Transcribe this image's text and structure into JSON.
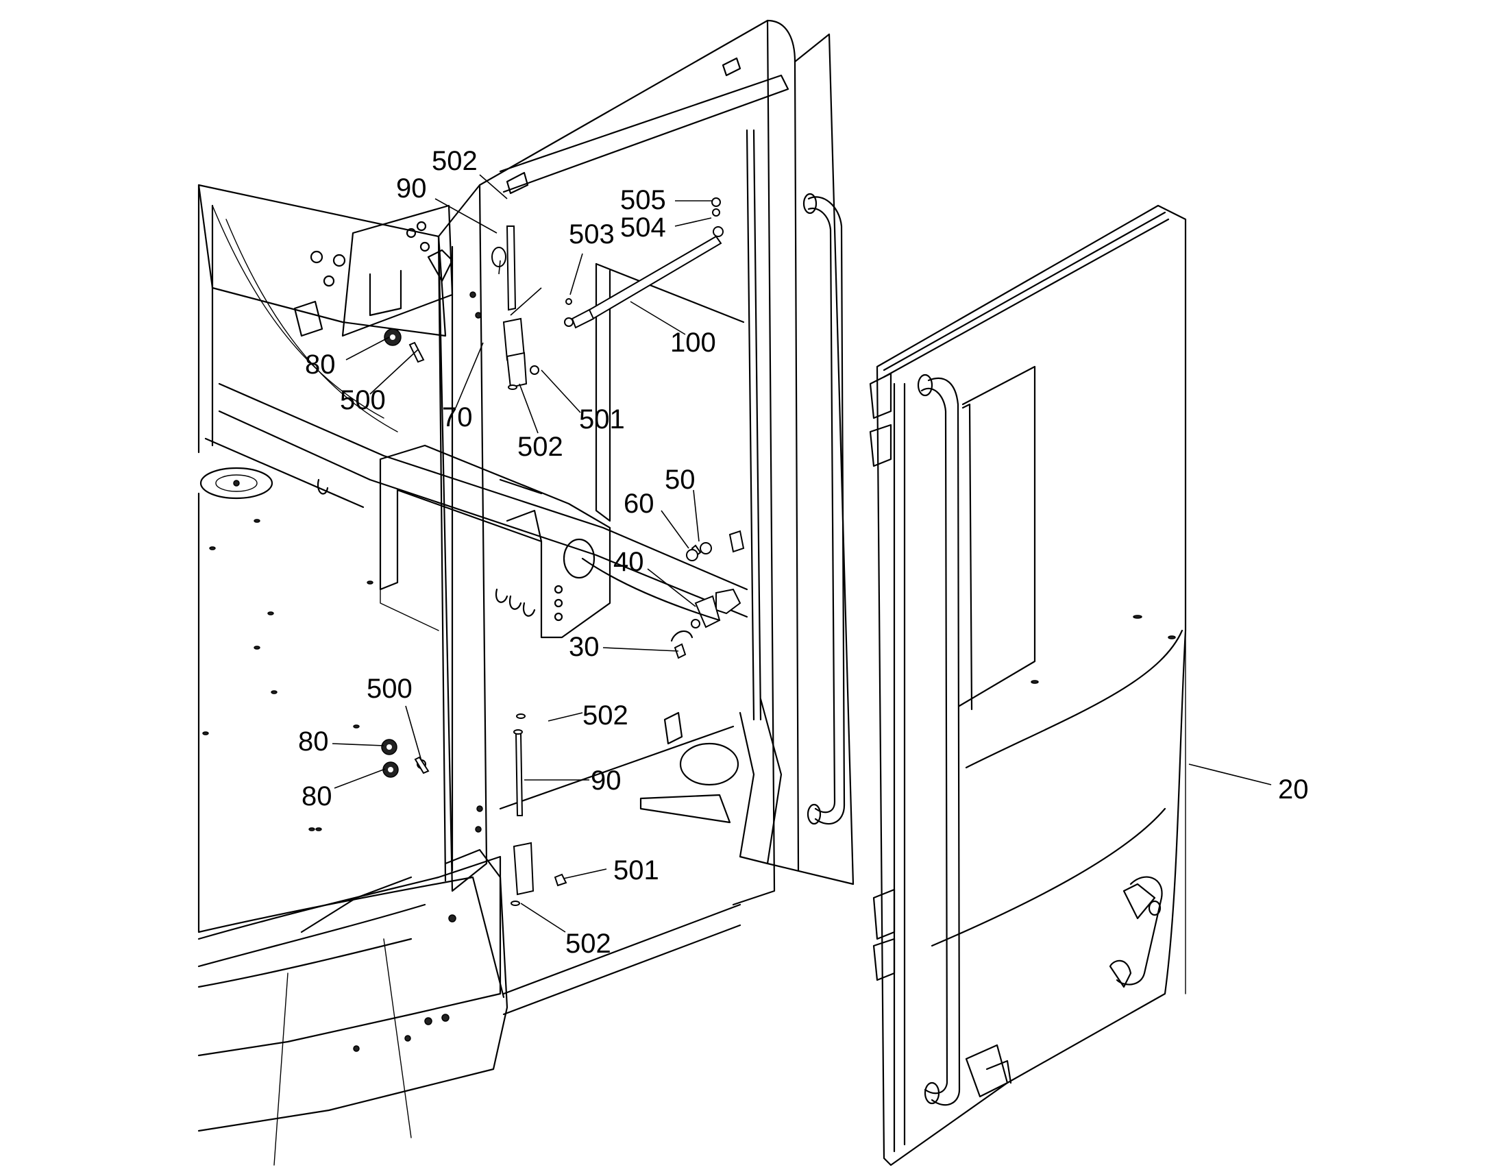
{
  "figure": {
    "callouts": [
      {
        "id": "c-502-a",
        "label": "502"
      },
      {
        "id": "c-90-a",
        "label": "90"
      },
      {
        "id": "c-505",
        "label": "505"
      },
      {
        "id": "c-504",
        "label": "504"
      },
      {
        "id": "c-503",
        "label": "503"
      },
      {
        "id": "c-100",
        "label": "100"
      },
      {
        "id": "c-80-a",
        "label": "80"
      },
      {
        "id": "c-500-a",
        "label": "500"
      },
      {
        "id": "c-70",
        "label": "70"
      },
      {
        "id": "c-501-a",
        "label": "501"
      },
      {
        "id": "c-502-b",
        "label": "502"
      },
      {
        "id": "c-50",
        "label": "50"
      },
      {
        "id": "c-60",
        "label": "60"
      },
      {
        "id": "c-40",
        "label": "40"
      },
      {
        "id": "c-30",
        "label": "30"
      },
      {
        "id": "c-500-b",
        "label": "500"
      },
      {
        "id": "c-502-c",
        "label": "502"
      },
      {
        "id": "c-80-b",
        "label": "80"
      },
      {
        "id": "c-80-c",
        "label": "80"
      },
      {
        "id": "c-90-b",
        "label": "90"
      },
      {
        "id": "c-20",
        "label": "20"
      },
      {
        "id": "c-501-b",
        "label": "501"
      },
      {
        "id": "c-502-d",
        "label": "502"
      }
    ]
  }
}
